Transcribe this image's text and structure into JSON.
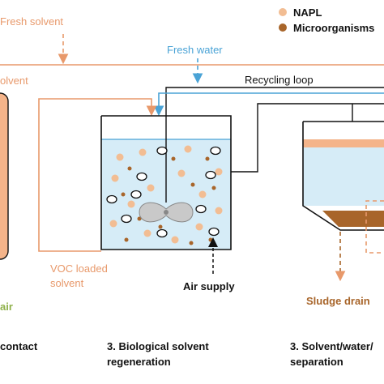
{
  "colors": {
    "solvent": "#e8996b",
    "water": "#4aa3d6",
    "tank_fill": "#d6ecf7",
    "napl": "#f2bd93",
    "microorganisms": "#a8652a",
    "sludge": "#a8652a",
    "column": "#f4b48a",
    "black": "#111111",
    "air_label": "#8fb14a"
  },
  "legend": {
    "napl_label": "NAPL",
    "microorganisms_label": "Microorganisms"
  },
  "labels": {
    "fresh_solvent": "Fresh solvent",
    "fresh_water": "Fresh water",
    "recycling_loop": "Recycling loop",
    "solvent_left": "olvent",
    "voc_line1": "VOC loaded",
    "voc_line2": "solvent",
    "air_left": "air",
    "air_supply": "Air supply",
    "sludge_drain": "Sludge drain"
  },
  "stages": {
    "stage1": "contact",
    "stage2_line1": "3. Biological solvent",
    "stage2_line2": "regeneration",
    "stage3_line1": "3. Solvent/water/",
    "stage3_line2": "separation"
  },
  "icons": {
    "napl": "napl-droplet-icon",
    "microorganism": "microorganism-dot-icon",
    "air_bubble": "air-bubble-icon",
    "stirrer": "stirrer-impeller-icon"
  }
}
